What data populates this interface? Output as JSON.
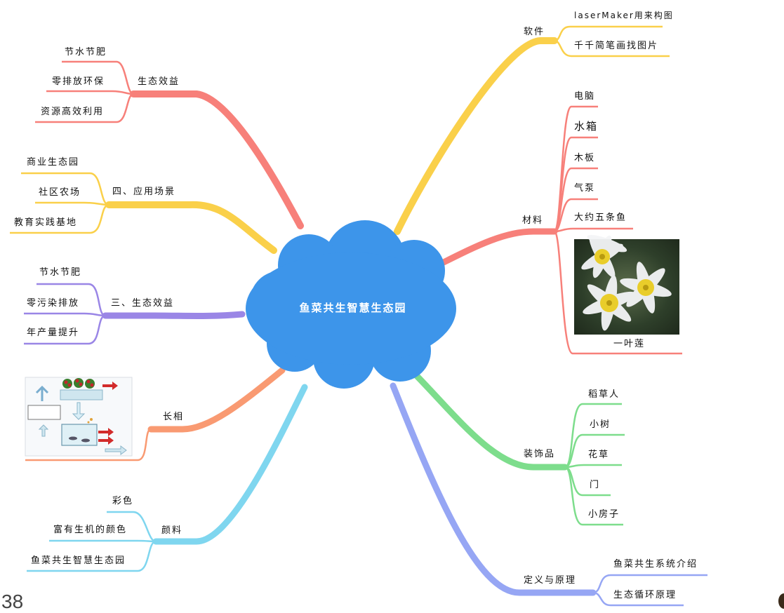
{
  "colors": {
    "center": "#3d95ea",
    "salmon": "#f7807a",
    "yellow": "#fad04a",
    "purple": "#9a86e6",
    "orange": "#f99a72",
    "cyan": "#7fd6ef",
    "periwinkle": "#96a6f4",
    "green": "#7ddd8c"
  },
  "center": {
    "title": "鱼菜共生智慧生态园"
  },
  "left": {
    "eco": {
      "label": "生态效益",
      "items": [
        "节水节肥",
        "零排放环保",
        "资源高效利用"
      ]
    },
    "scenes": {
      "label": "四、应用场景",
      "items": [
        "商业生态园",
        "社区农场",
        "教育实践基地"
      ]
    },
    "eco3": {
      "label": "三、生态效益",
      "items": [
        "节水节肥",
        "零污染排放",
        "年产量提升"
      ]
    },
    "look": {
      "label": "长相"
    },
    "paint": {
      "label": "颜料",
      "items": [
        "彩色",
        "富有生机的颜色",
        "鱼菜共生智慧生态园"
      ]
    }
  },
  "right": {
    "software": {
      "label": "软件",
      "items": [
        "laserMaker用来构图",
        "千千简笔画找图片"
      ]
    },
    "materials": {
      "label": "材料",
      "items": [
        "电脑",
        "水箱",
        "木板",
        "气泵",
        "大约五条鱼"
      ],
      "image_caption": "一叶莲"
    },
    "decor": {
      "label": "装饰品",
      "items": [
        "稻草人",
        "小树",
        "花草",
        "门",
        "小房子"
      ]
    },
    "def": {
      "label": "定义与原理",
      "items": [
        "鱼菜共生系统介绍",
        "生态循环原理"
      ]
    }
  },
  "page_number": "38"
}
